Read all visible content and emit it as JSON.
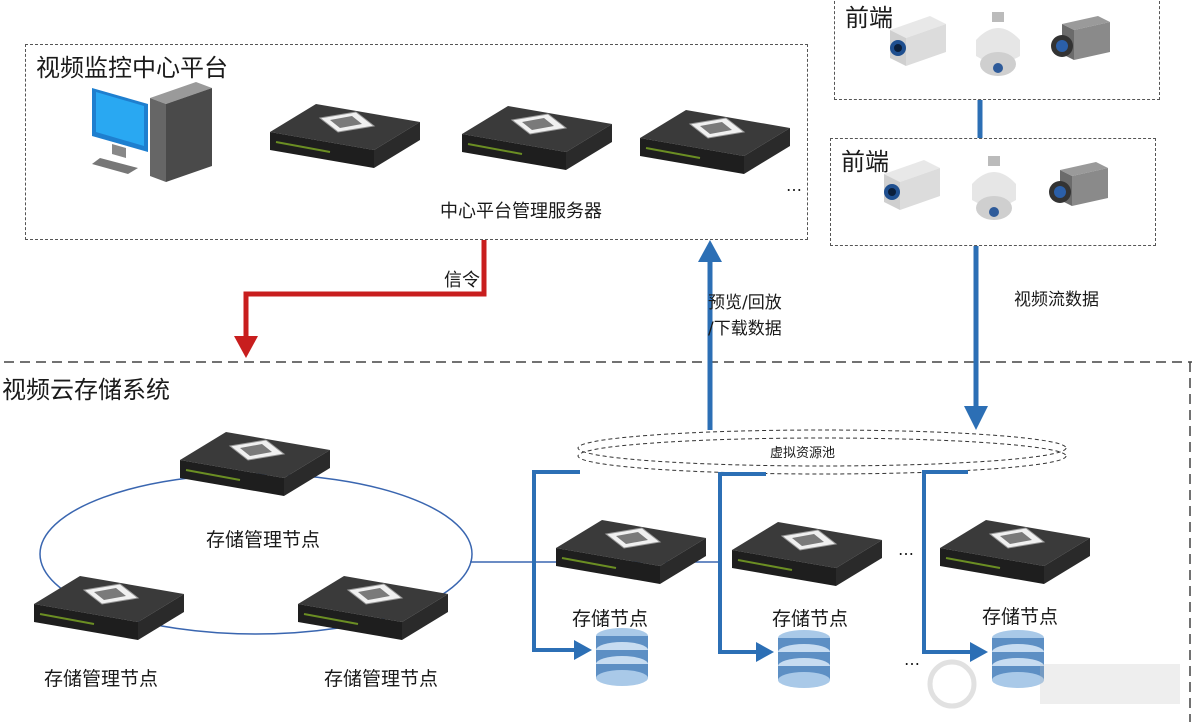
{
  "platform": {
    "title": "视频监控中心平台",
    "server_label": "中心平台管理服务器",
    "ellipsis": "…"
  },
  "frontend": [
    {
      "title": "前端"
    },
    {
      "title": "前端"
    }
  ],
  "edges": {
    "signal": "信令",
    "preview_line1": "预览/回放",
    "preview_line2": "/下载数据",
    "stream": "视频流数据"
  },
  "cloud": {
    "title": "视频云存储系统",
    "pool": "虚拟资源池",
    "mgmt_nodes": [
      "存储管理节点",
      "存储管理节点",
      "存储管理节点"
    ],
    "storage_nodes": [
      "存储节点",
      "存储节点",
      "存储节点"
    ],
    "ellipsis_1": "…",
    "ellipsis_2": "…"
  },
  "colors": {
    "signal": "#c81e1e",
    "data_flow": "#2c6fb5",
    "ring": "#3a66b0"
  }
}
